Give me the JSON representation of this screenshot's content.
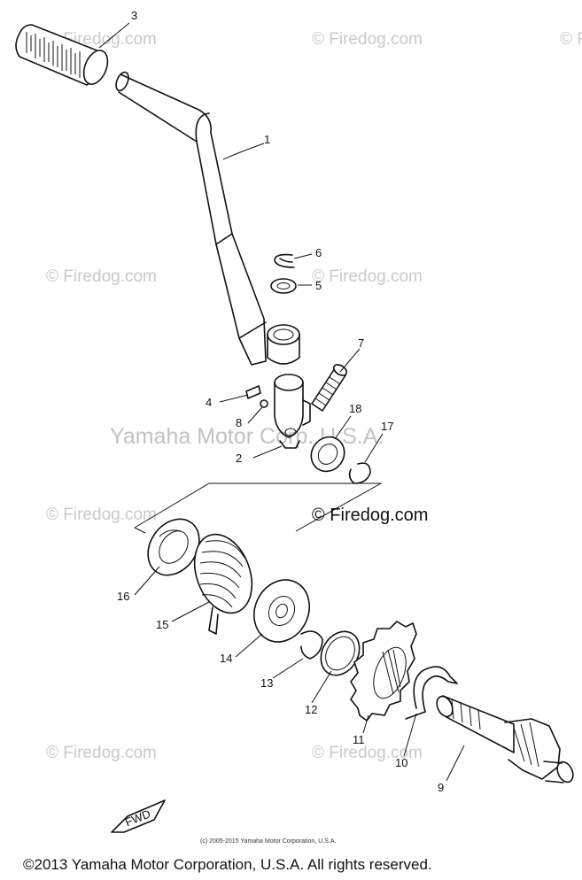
{
  "watermarks": {
    "firedog": "© Firedog.com",
    "firedog_dark": "© Firedog.com",
    "yamaha": "Yamaha Motor Corp. U.S.A."
  },
  "callouts": [
    "1",
    "2",
    "3",
    "4",
    "5",
    "6",
    "7",
    "8",
    "9",
    "10",
    "11",
    "12",
    "13",
    "14",
    "15",
    "16",
    "17",
    "18"
  ],
  "fwd_label": "FWD",
  "small_copyright": "(c) 2005-2015 Yamaha Motor Corporation, U.S.A.",
  "footer_copyright": "©2013 Yamaha Motor Corporation, U.S.A. All rights reserved."
}
